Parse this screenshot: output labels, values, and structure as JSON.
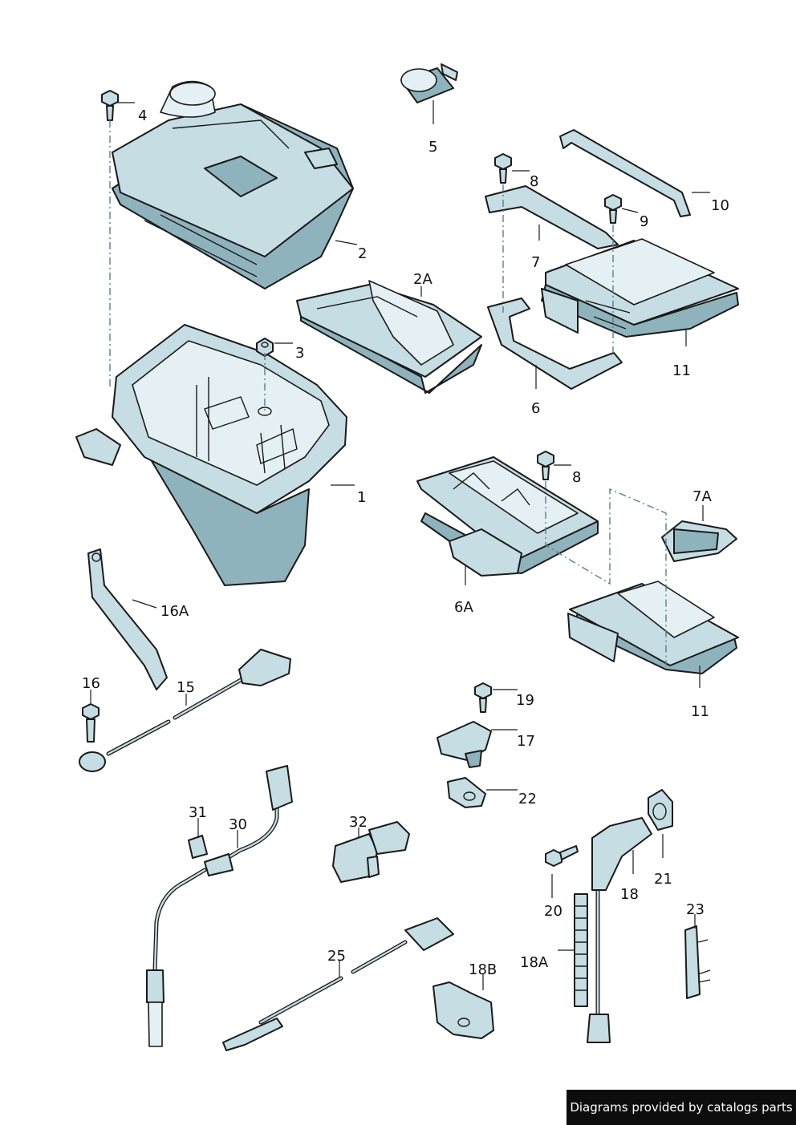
{
  "callouts": {
    "c1": "1",
    "c2": "2",
    "c2a": "2A",
    "c3": "3",
    "c4": "4",
    "c5": "5",
    "c6": "6",
    "c6a": "6A",
    "c7": "7",
    "c7a": "7A",
    "c8a": "8",
    "c8b": "8",
    "c9": "9",
    "c10": "10",
    "c11a": "11",
    "c11b": "11",
    "c15": "15",
    "c16": "16",
    "c16a": "16A",
    "c17": "17",
    "c18": "18",
    "c18a": "18A",
    "c18b": "18B",
    "c19": "19",
    "c20": "20",
    "c21": "21",
    "c22": "22",
    "c23": "23",
    "c25": "25",
    "c30": "30",
    "c31": "31",
    "c32": "32"
  },
  "footer": {
    "text": "Diagrams provided by catalogs parts"
  },
  "colors": {
    "part_fill": "#c5dde3",
    "part_shadow": "#8fb3bd",
    "outline": "#1a1a1a",
    "footer_bg": "#0d0d0d"
  }
}
